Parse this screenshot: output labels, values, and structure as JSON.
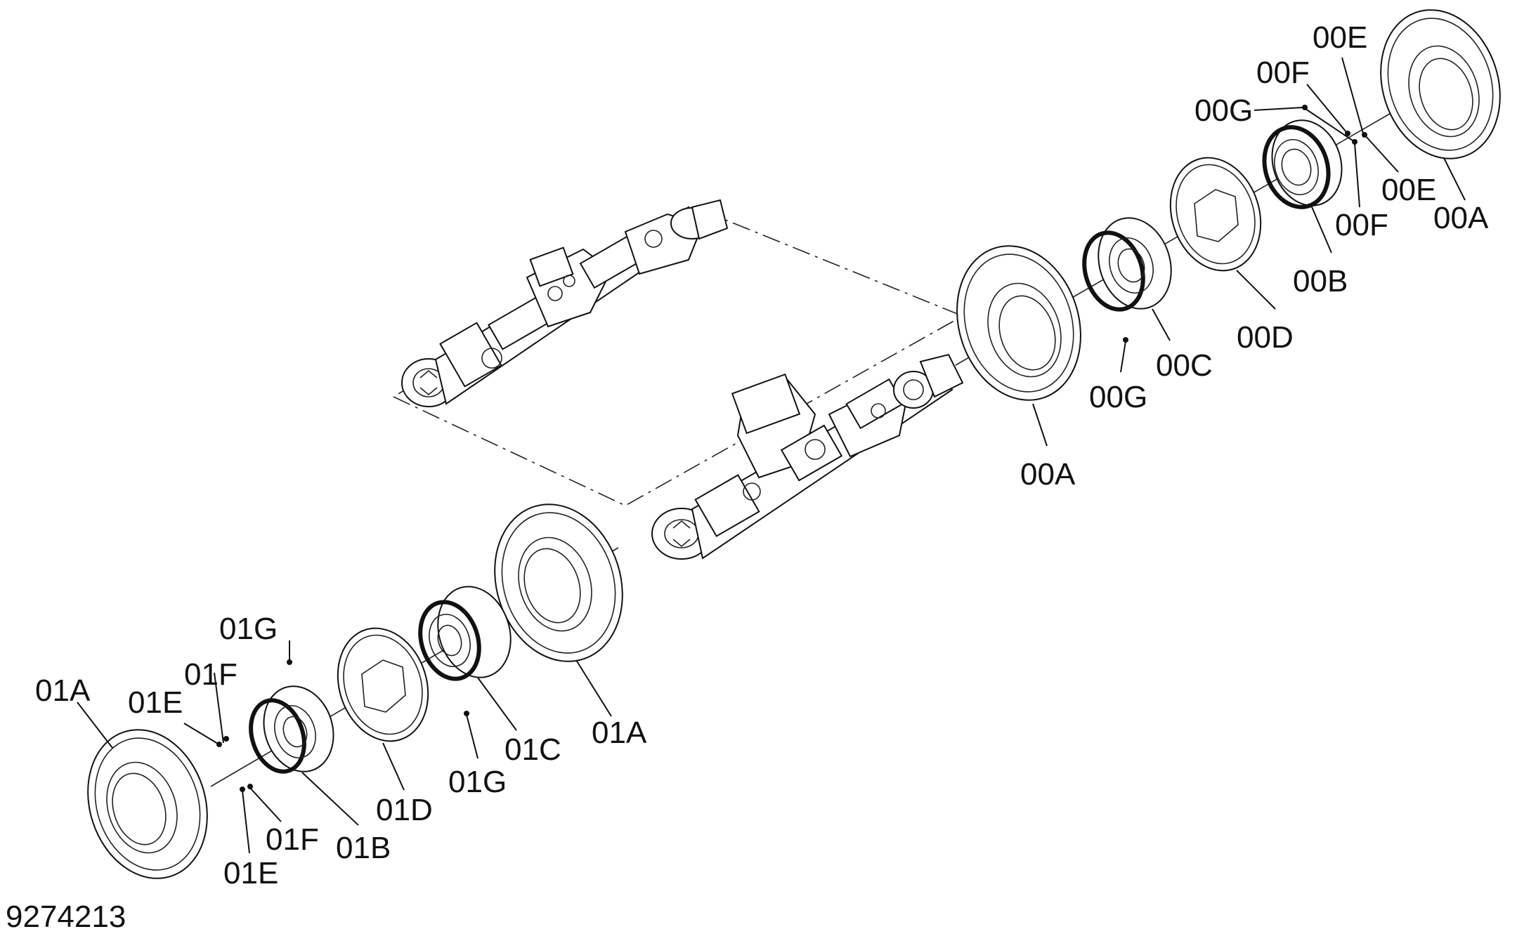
{
  "diagram": {
    "drawing_number": "9274213",
    "callouts": {
      "c_00E_top": "00E",
      "c_00F_top": "00F",
      "c_00G_top": "00G",
      "c_00E_right": "00E",
      "c_00F_right": "00F",
      "c_00A_right": "00A",
      "c_00B": "00B",
      "c_00D": "00D",
      "c_00C": "00C",
      "c_00G_mid": "00G",
      "c_00A_mid": "00A",
      "c_01G_top": "01G",
      "c_01F_top": "01F",
      "c_01A_left": "01A",
      "c_01E_top": "01E",
      "c_01C": "01C",
      "c_01A_mid": "01A",
      "c_01G_mid": "01G",
      "c_01D": "01D",
      "c_01F_bot": "01F",
      "c_01B": "01B",
      "c_01E_bot": "01E"
    }
  }
}
